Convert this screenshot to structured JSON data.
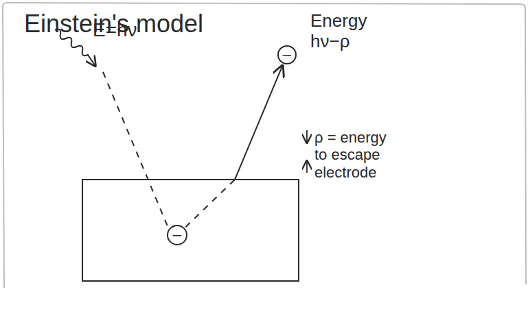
{
  "diagram": {
    "title": "Einstein's model",
    "nodes": [
      {
        "text": [
          "−"
        ]
      },
      {
        "text": [
          "−"
        ]
      }
    ],
    "edges": [
      {
        "from": 0,
        "to": 1,
        "arrow": "to"
      }
    ],
    "labels": [
      "E=hν",
      "Energy hν−ρ",
      "ρ = energy to escape electrode"
    ]
  }
}
